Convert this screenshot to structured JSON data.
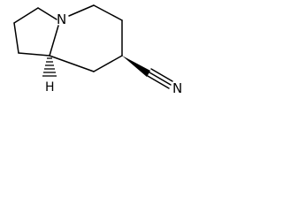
{
  "structure": {
    "atoms": {
      "nitrogen": "N",
      "nitrile_nitrogen": "N",
      "stereo_hydrogen": "H"
    },
    "colors": {
      "bond": "#000000",
      "background": "#ffffff"
    }
  }
}
